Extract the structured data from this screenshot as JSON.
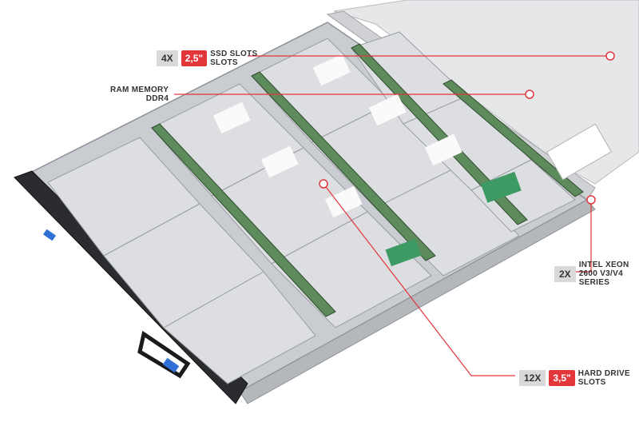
{
  "colors": {
    "accent": "#e2363b",
    "leader": "#e2363b",
    "qty_bg": "#d9d9d9",
    "text": "#333333"
  },
  "callouts": {
    "ssd": {
      "qty": "4X",
      "size": "2,5\"",
      "line1": "SSD SLOTS",
      "line2": "SLOTS"
    },
    "ram": {
      "line1": "RAM MEMORY",
      "line2": "DDR4"
    },
    "cpu": {
      "qty": "2X",
      "line1": "INTEL XEON",
      "line2": "2600 V3/V4",
      "line3": "SERIES"
    },
    "hdd": {
      "qty": "12X",
      "size": "3,5\"",
      "line1": "HARD DRIVE",
      "line2": "SLOTS"
    }
  }
}
